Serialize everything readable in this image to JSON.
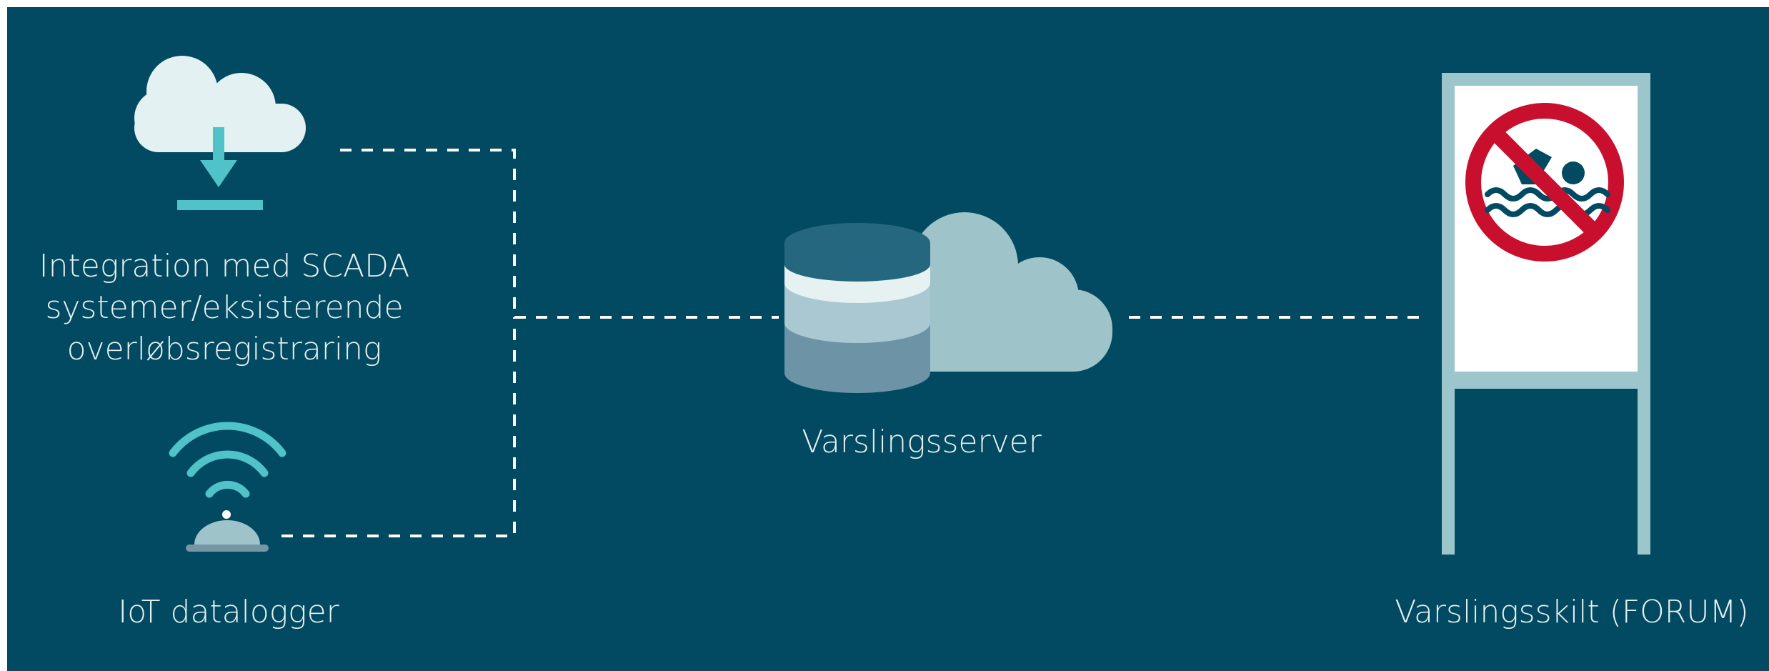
{
  "nodes": {
    "scada": {
      "label_lines": [
        "Integration med SCADA",
        "systemer/eksisterende",
        "overløbsregistraring"
      ],
      "icon": "cloud-download-icon"
    },
    "iot": {
      "label": "IoT datalogger",
      "icon": "wifi-datalogger-icon"
    },
    "server": {
      "label": "Varslingsserver",
      "icon": "database-cloud-icon"
    },
    "sign": {
      "label": "Varslingsskilt (FORUM)",
      "icon": "no-swimming-sign-icon"
    }
  },
  "connections": [
    {
      "from": "scada",
      "to": "server",
      "style": "dashed"
    },
    {
      "from": "iot",
      "to": "server",
      "style": "dashed"
    },
    {
      "from": "server",
      "to": "sign",
      "style": "dashed"
    }
  ],
  "colors": {
    "background": "#024a61",
    "text": "#e6f0f3",
    "accent_teal": "#4fc3c8",
    "cloud_light": "#e4f1f2",
    "cloud_server": "#9ec4ca",
    "sign_frame": "#9cc6cc",
    "prohibit_red": "#c8102e",
    "symbol_dark": "#024a61"
  }
}
